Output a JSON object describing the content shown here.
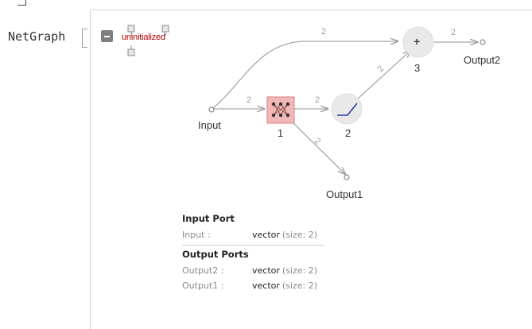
{
  "head": {
    "label": "NetGraph"
  },
  "status": {
    "uninitialized": "uninitialized"
  },
  "nodes": {
    "input": {
      "label": "Input"
    },
    "n1": {
      "label": "1"
    },
    "n2": {
      "label": "2"
    },
    "n3": {
      "label": "3",
      "symbol": "+"
    },
    "output1": {
      "label": "Output1"
    },
    "output2": {
      "label": "Output2"
    }
  },
  "edges": {
    "input_to_3": "2",
    "input_to_1": "2",
    "n1_to_2": "2",
    "n2_to_3": "2",
    "n1_to_out1": "2",
    "n3_to_out2": "2"
  },
  "ports": {
    "input_title": "Input Port",
    "input": [
      {
        "name": "Input :",
        "type": "vector",
        "size": "(size: 2)"
      }
    ],
    "output_title": "Output Ports",
    "output": [
      {
        "name": "Output2 :",
        "type": "vector",
        "size": "(size: 2)"
      },
      {
        "name": "Output1 :",
        "type": "vector",
        "size": "(size: 2)"
      }
    ]
  },
  "colors": {
    "linear_layer_fill": "#f2b8b8",
    "linear_layer_border": "#d98080",
    "node_circle": "#e9e9e9",
    "ramp": "#2a3f9e",
    "edge": "#a8a8a8",
    "error_text": "#b30000"
  }
}
